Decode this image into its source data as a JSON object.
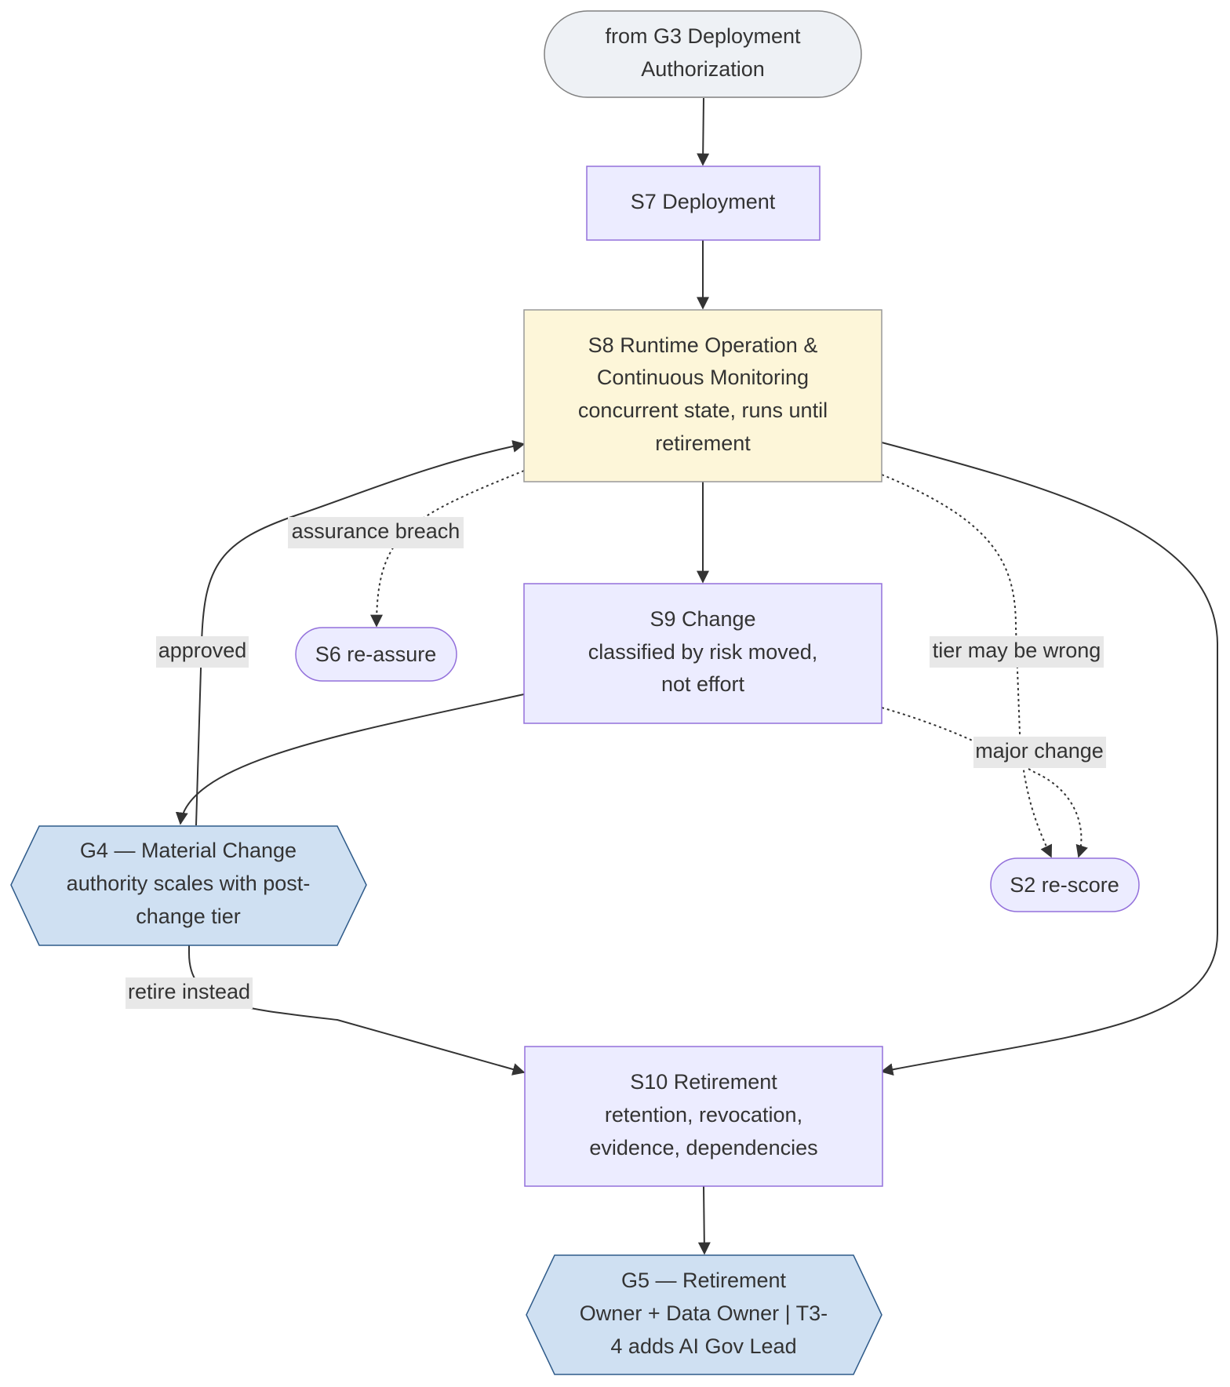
{
  "diagram": {
    "nodes": {
      "g3": {
        "lines": [
          "from G3 Deployment",
          "Authorization"
        ],
        "shape": "stadium"
      },
      "s7": {
        "lines": [
          "S7 Deployment"
        ],
        "shape": "rect"
      },
      "s8": {
        "lines": [
          "S8 Runtime Operation &",
          "Continuous Monitoring",
          "concurrent state, runs until",
          "retirement"
        ],
        "shape": "rect"
      },
      "s9": {
        "lines": [
          "S9 Change",
          "classified by risk moved,",
          "not effort"
        ],
        "shape": "rect"
      },
      "s6": {
        "lines": [
          "S6 re-assure"
        ],
        "shape": "stadium"
      },
      "s2": {
        "lines": [
          "S2 re-score"
        ],
        "shape": "stadium"
      },
      "g4": {
        "lines": [
          "G4 — Material Change",
          "authority scales with post-",
          "change tier"
        ],
        "shape": "hexagon"
      },
      "s10": {
        "lines": [
          "S10 Retirement",
          "retention, revocation,",
          "evidence, dependencies"
        ],
        "shape": "rect"
      },
      "g5": {
        "lines": [
          "G5 — Retirement",
          "Owner + Data Owner | T3-",
          "4 adds AI Gov Lead"
        ],
        "shape": "hexagon"
      }
    },
    "edge_labels": {
      "assurance_breach": "assurance breach",
      "approved": "approved",
      "tier_may_be_wrong": "tier may be wrong",
      "major_change": "major change",
      "retire_instead": "retire instead"
    },
    "edges": [
      {
        "from": "g3",
        "to": "s7",
        "style": "solid"
      },
      {
        "from": "s7",
        "to": "s8",
        "style": "solid"
      },
      {
        "from": "s8",
        "to": "s9",
        "style": "solid"
      },
      {
        "from": "s8",
        "to": "s6",
        "style": "dotted",
        "label": "assurance_breach"
      },
      {
        "from": "s8",
        "to": "s2",
        "style": "dotted",
        "label": "tier_may_be_wrong"
      },
      {
        "from": "s8",
        "to": "s10",
        "style": "solid"
      },
      {
        "from": "s9",
        "to": "g4",
        "style": "solid"
      },
      {
        "from": "s9",
        "to": "s2",
        "style": "dotted",
        "label": "major_change"
      },
      {
        "from": "g4",
        "to": "s8",
        "style": "solid",
        "label": "approved"
      },
      {
        "from": "g4",
        "to": "s10",
        "style": "solid",
        "label": "retire_instead"
      },
      {
        "from": "s10",
        "to": "g5",
        "style": "solid"
      }
    ]
  },
  "colors": {
    "stadium_fill": "#eef1f5",
    "stadium_stroke": "#808080",
    "state_fill": "#ececff",
    "state_stroke": "#9370db",
    "runtime_fill": "#fdf6d9",
    "runtime_stroke": "#999999",
    "gate_fill": "#cfe0f2",
    "gate_stroke": "#2f5b8a",
    "edge": "#333333",
    "label_bg": "#e8e8e8",
    "text": "#333333"
  }
}
